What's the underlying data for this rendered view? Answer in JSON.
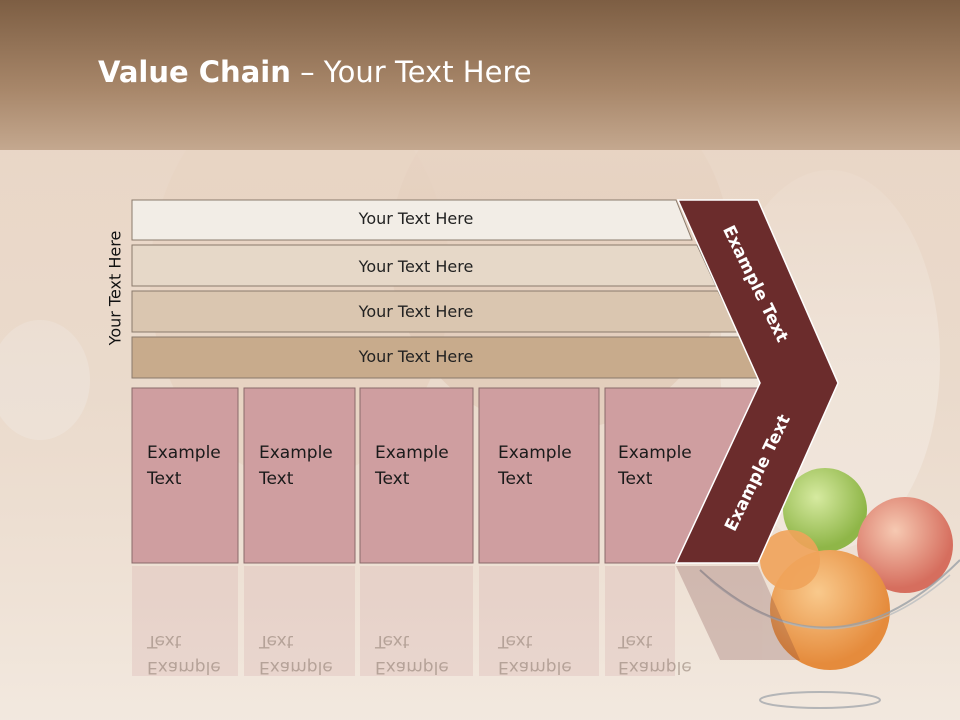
{
  "title": {
    "bold": "Value Chain",
    "rest": " – Your Text Here"
  },
  "side_label": "Your Text Here",
  "bars": [
    {
      "text": "Your Text Here"
    },
    {
      "text": "Your Text Here"
    },
    {
      "text": "Your Text Here"
    },
    {
      "text": "Your Text Here"
    }
  ],
  "cells": [
    {
      "line1": "Example",
      "line2": "Text"
    },
    {
      "line1": "Example",
      "line2": "Text"
    },
    {
      "line1": "Example",
      "line2": "Text"
    },
    {
      "line1": "Example",
      "line2": "Text"
    },
    {
      "line1": "Example",
      "line2": "Text"
    }
  ],
  "chevron_upper": "Example Text",
  "chevron_lower": "Example Text",
  "colors": {
    "bar1": "#f2ede6",
    "bar2": "#e6d8c8",
    "bar3": "#dac6b0",
    "bar4": "#c8ab8c",
    "cell": "#cf9ea0",
    "chevron": "#6b2c2c"
  }
}
